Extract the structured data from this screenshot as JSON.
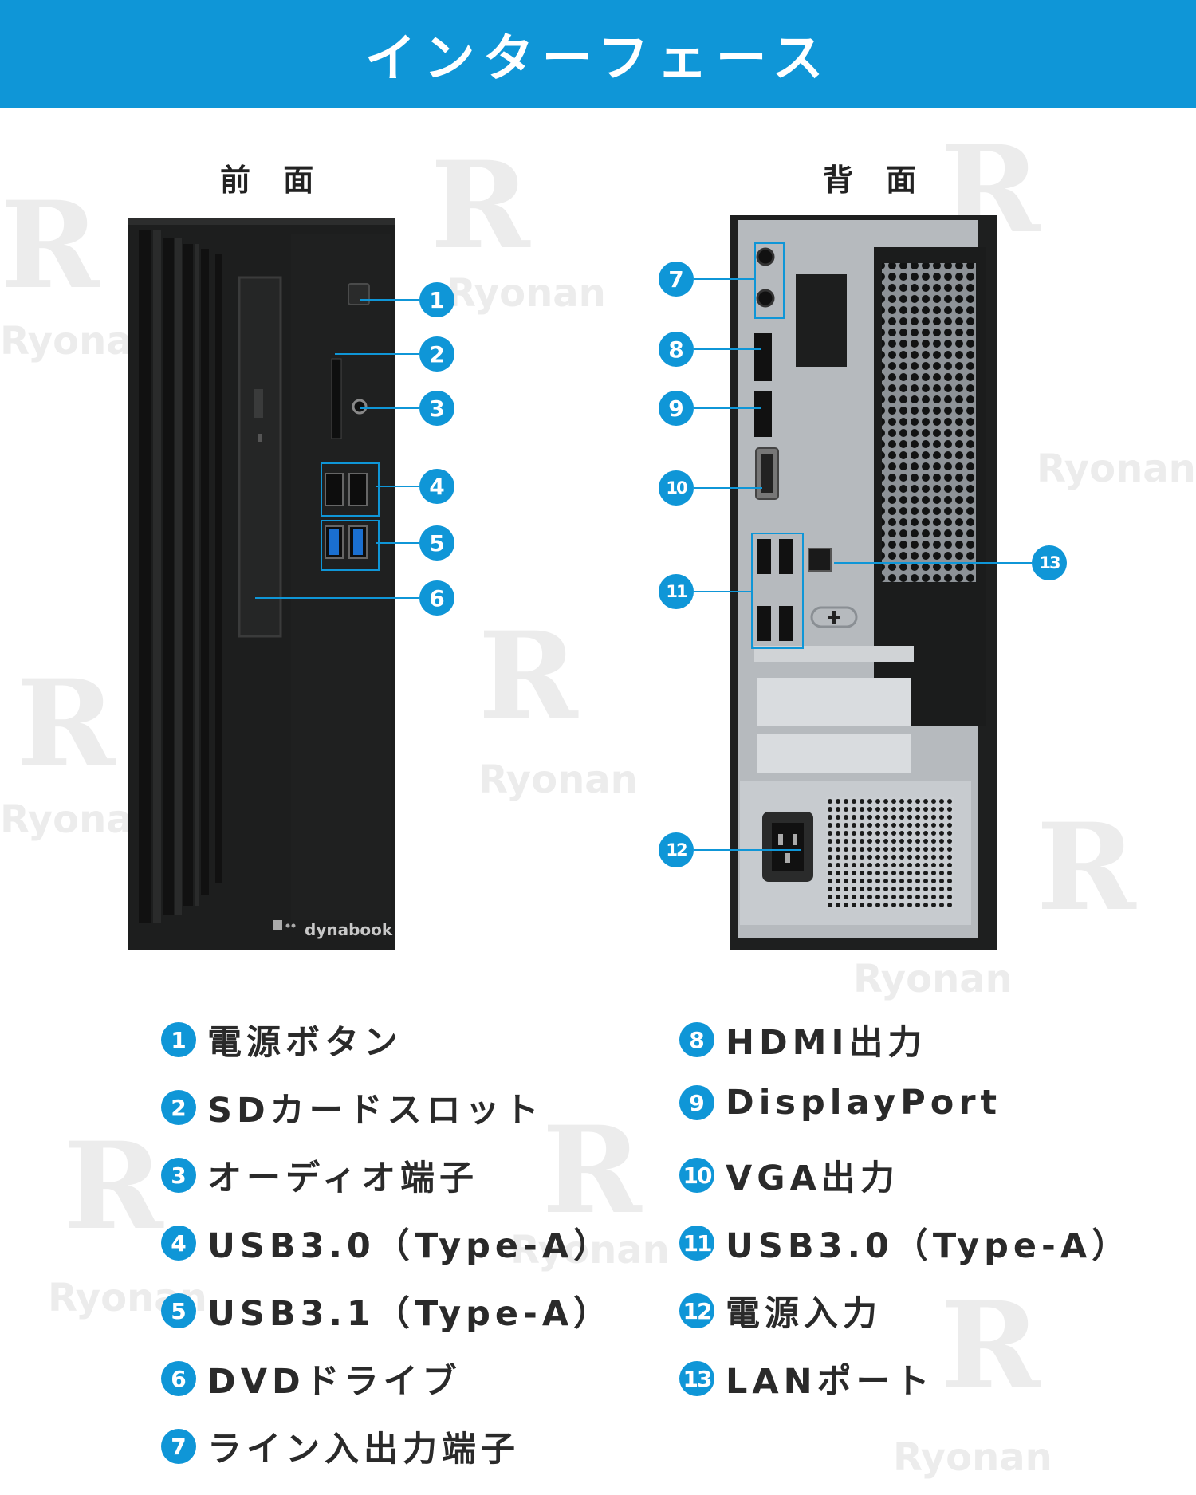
{
  "header": {
    "title": "インターフェース"
  },
  "front": {
    "heading": "前 面",
    "brand": "dynabook"
  },
  "back": {
    "heading": "背 面"
  },
  "watermark": {
    "letter": "R",
    "text": "Ryonan"
  },
  "markers": [
    "1",
    "2",
    "3",
    "4",
    "5",
    "6",
    "7",
    "8",
    "9",
    "10",
    "11",
    "12",
    "13"
  ],
  "legend_left": [
    {
      "num": "1",
      "label": "電源ボタン"
    },
    {
      "num": "2",
      "label": "SDカードスロット"
    },
    {
      "num": "3",
      "label": "オーディオ端子"
    },
    {
      "num": "4",
      "label": "USB3.0（Type-A）"
    },
    {
      "num": "5",
      "label": "USB3.1（Type-A）"
    },
    {
      "num": "6",
      "label": "DVDドライブ"
    },
    {
      "num": "7",
      "label": "ライン入出力端子"
    }
  ],
  "legend_right": [
    {
      "num": "8",
      "label": "HDMI出力"
    },
    {
      "num": "9",
      "label": "DisplayPort"
    },
    {
      "num": "10",
      "label": "VGA出力"
    },
    {
      "num": "11",
      "label": "USB3.0（Type-A）"
    },
    {
      "num": "12",
      "label": "電源入力"
    },
    {
      "num": "13",
      "label": "LANポート"
    }
  ],
  "colors": {
    "accent": "#0f96d7",
    "case": "#1f2020",
    "panel": "#9aa0a6"
  }
}
